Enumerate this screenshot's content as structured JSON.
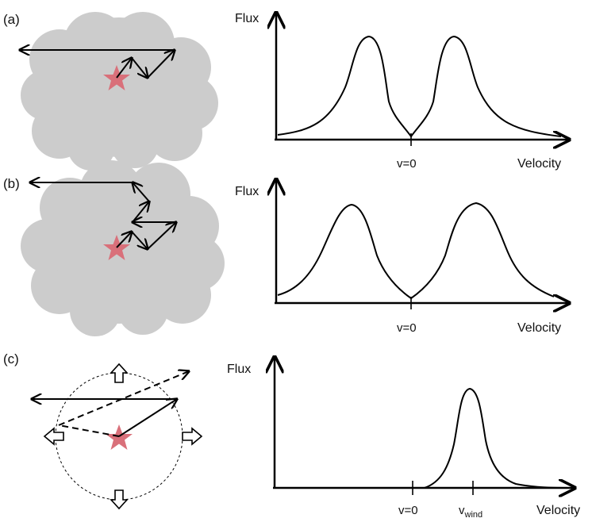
{
  "panels": [
    {
      "label": "(a)",
      "ylabel": "Flux",
      "xlabel": "Velocity",
      "ticks": [
        "v=0"
      ]
    },
    {
      "label": "(b)",
      "ylabel": "Flux",
      "xlabel": "Velocity",
      "ticks": [
        "v=0"
      ]
    },
    {
      "label": "(c)",
      "ylabel": "Flux",
      "xlabel": "Velocity",
      "ticks": [
        "v=0"
      ],
      "wind_tick": {
        "main": "v",
        "sub": "wind"
      }
    }
  ],
  "colors": {
    "cloud": "#cccccc",
    "star": "#d9707a",
    "ink": "#000000"
  }
}
